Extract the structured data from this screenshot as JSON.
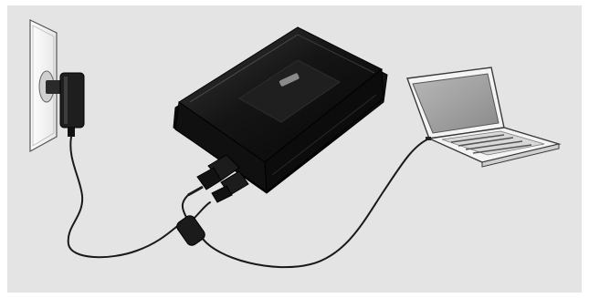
{
  "scene": {
    "background_color": "#e4e4e4",
    "frame_color": "#ffffff",
    "device_color": "#111111",
    "cable_color": "#1a1a1a",
    "outlet_plate_color": "#f2f2f2",
    "laptop_screen_color": "#9a9a9a",
    "components": [
      {
        "name": "wall-outlet",
        "icon": "outlet-icon"
      },
      {
        "name": "ac-power-adapter",
        "icon": "power-adapter-icon"
      },
      {
        "name": "external-hard-drive",
        "icon": "hard-drive-icon"
      },
      {
        "name": "usb-y-cable",
        "icon": "usb-cable-icon"
      },
      {
        "name": "ferrite-choke",
        "icon": "ferrite-bead-icon"
      },
      {
        "name": "laptop-computer",
        "icon": "laptop-icon"
      }
    ]
  }
}
